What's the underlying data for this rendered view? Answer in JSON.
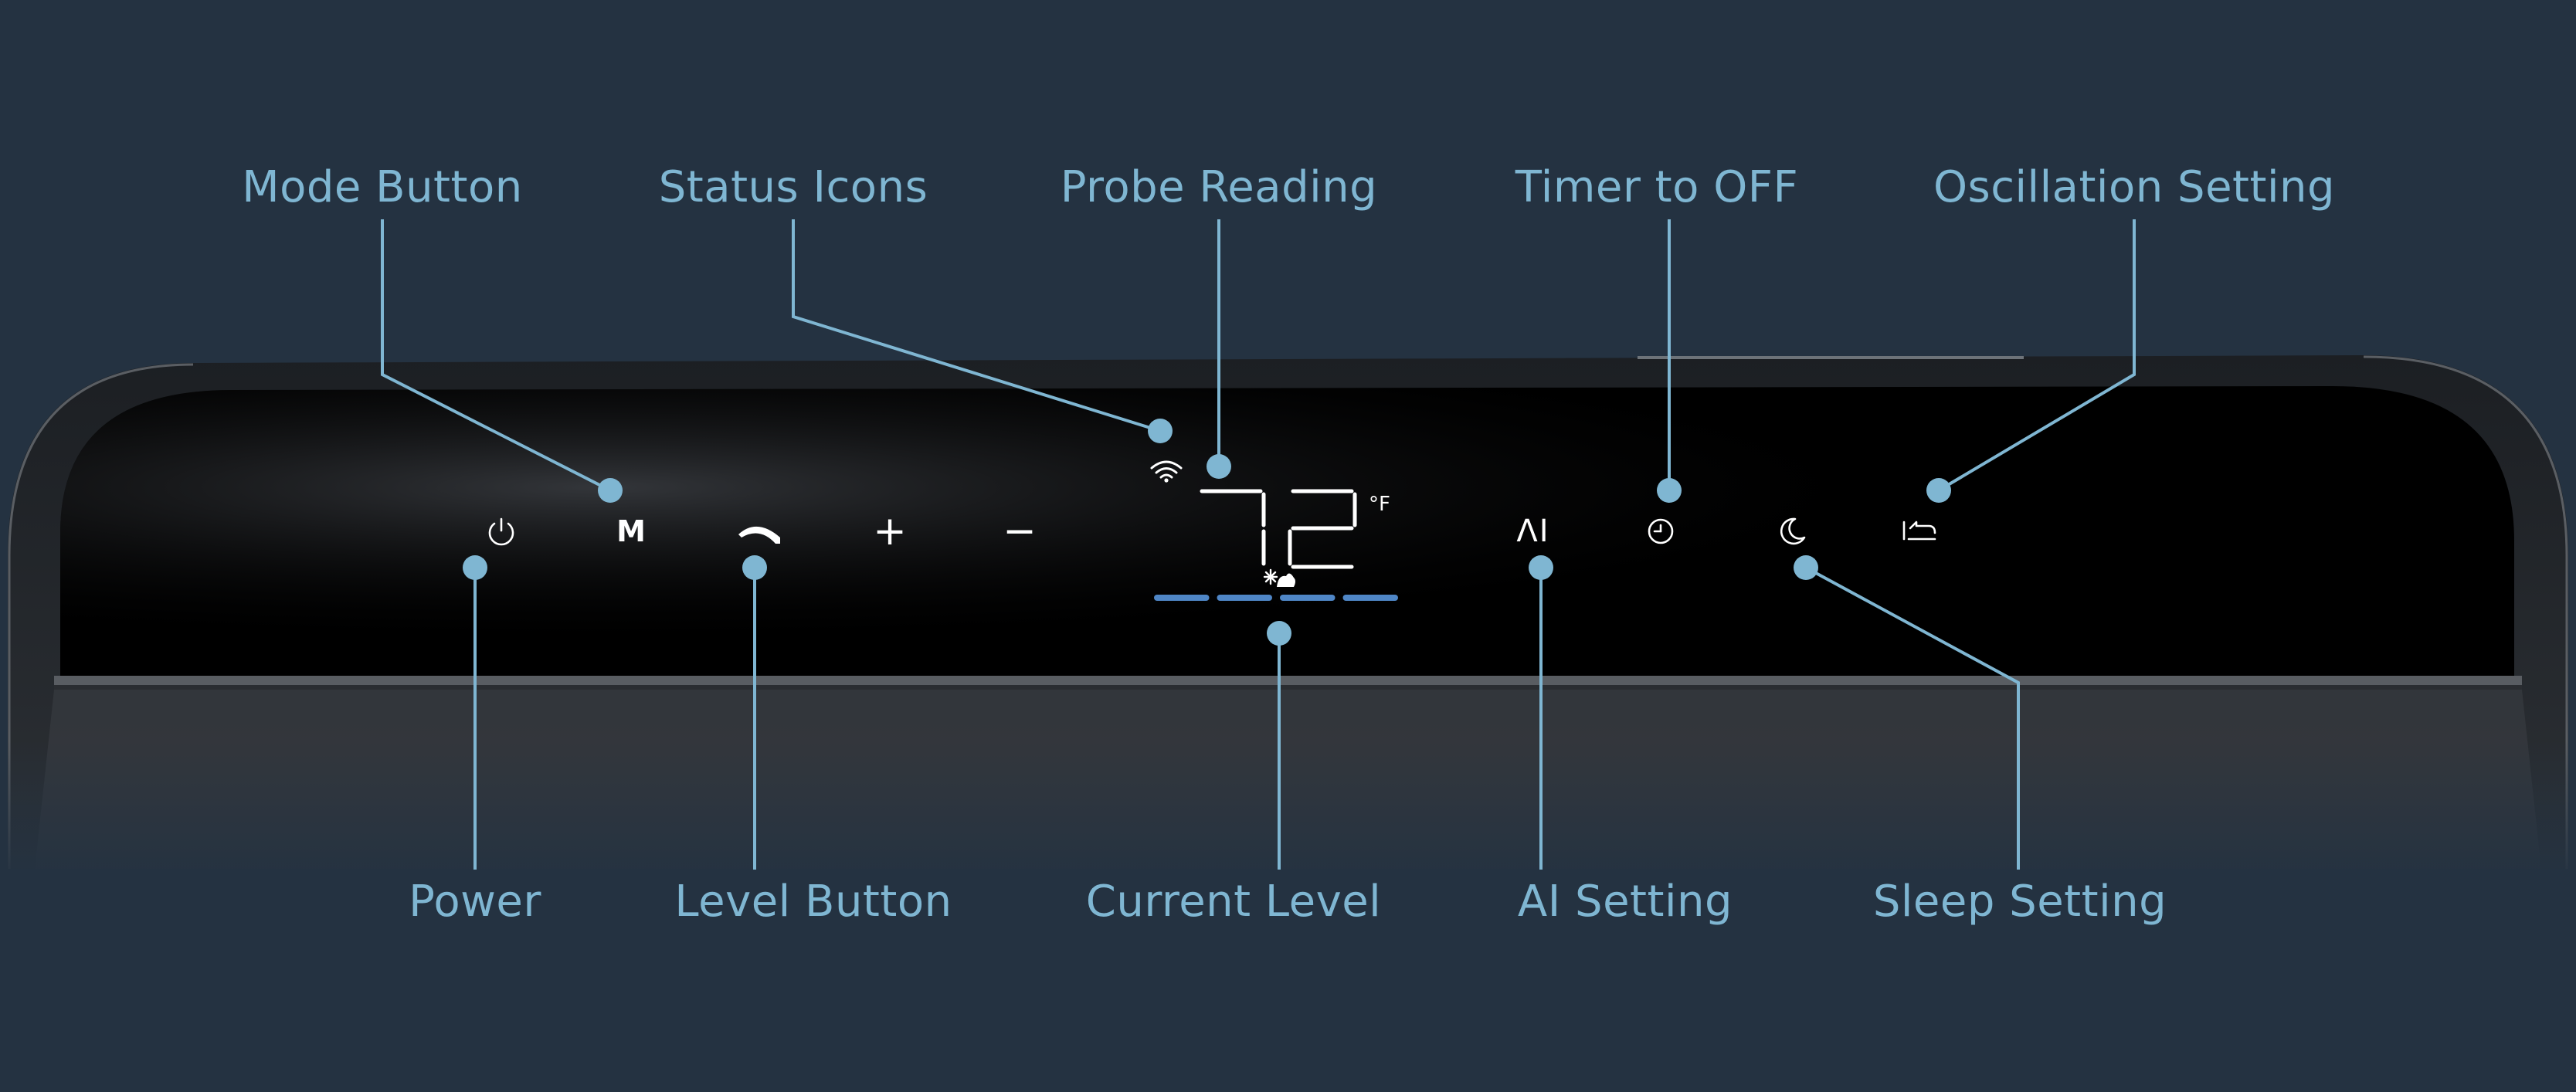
{
  "callouts": {
    "top": [
      {
        "id": "mode",
        "label": "Mode Button"
      },
      {
        "id": "status",
        "label": "Status Icons"
      },
      {
        "id": "probe",
        "label": "Probe Reading"
      },
      {
        "id": "timer",
        "label": "Timer to OFF"
      },
      {
        "id": "oscillation",
        "label": "Oscillation Setting"
      }
    ],
    "bottom": [
      {
        "id": "power",
        "label": "Power"
      },
      {
        "id": "level",
        "label": "Level Button"
      },
      {
        "id": "current",
        "label": "Current Level"
      },
      {
        "id": "ai",
        "label": "AI Setting"
      },
      {
        "id": "sleep",
        "label": "Sleep Setting"
      }
    ]
  },
  "display": {
    "temperature": "72",
    "unit": "°F",
    "level_segments_total": 4,
    "level_segments_lit": 4
  },
  "controls": {
    "mode_glyph": "M",
    "plus_glyph": "+",
    "minus_glyph": "−",
    "ai_glyph": "ΛI",
    "icons": [
      "power-icon",
      "fan-level-icon",
      "wifi-icon",
      "fan-heat-icon",
      "timer-icon",
      "moon-icon",
      "oscillation-icon"
    ]
  },
  "colors": {
    "background": "#243241",
    "callout": "#7fb6d2",
    "level_bar": "#4f86c6",
    "panel": "#000000"
  }
}
